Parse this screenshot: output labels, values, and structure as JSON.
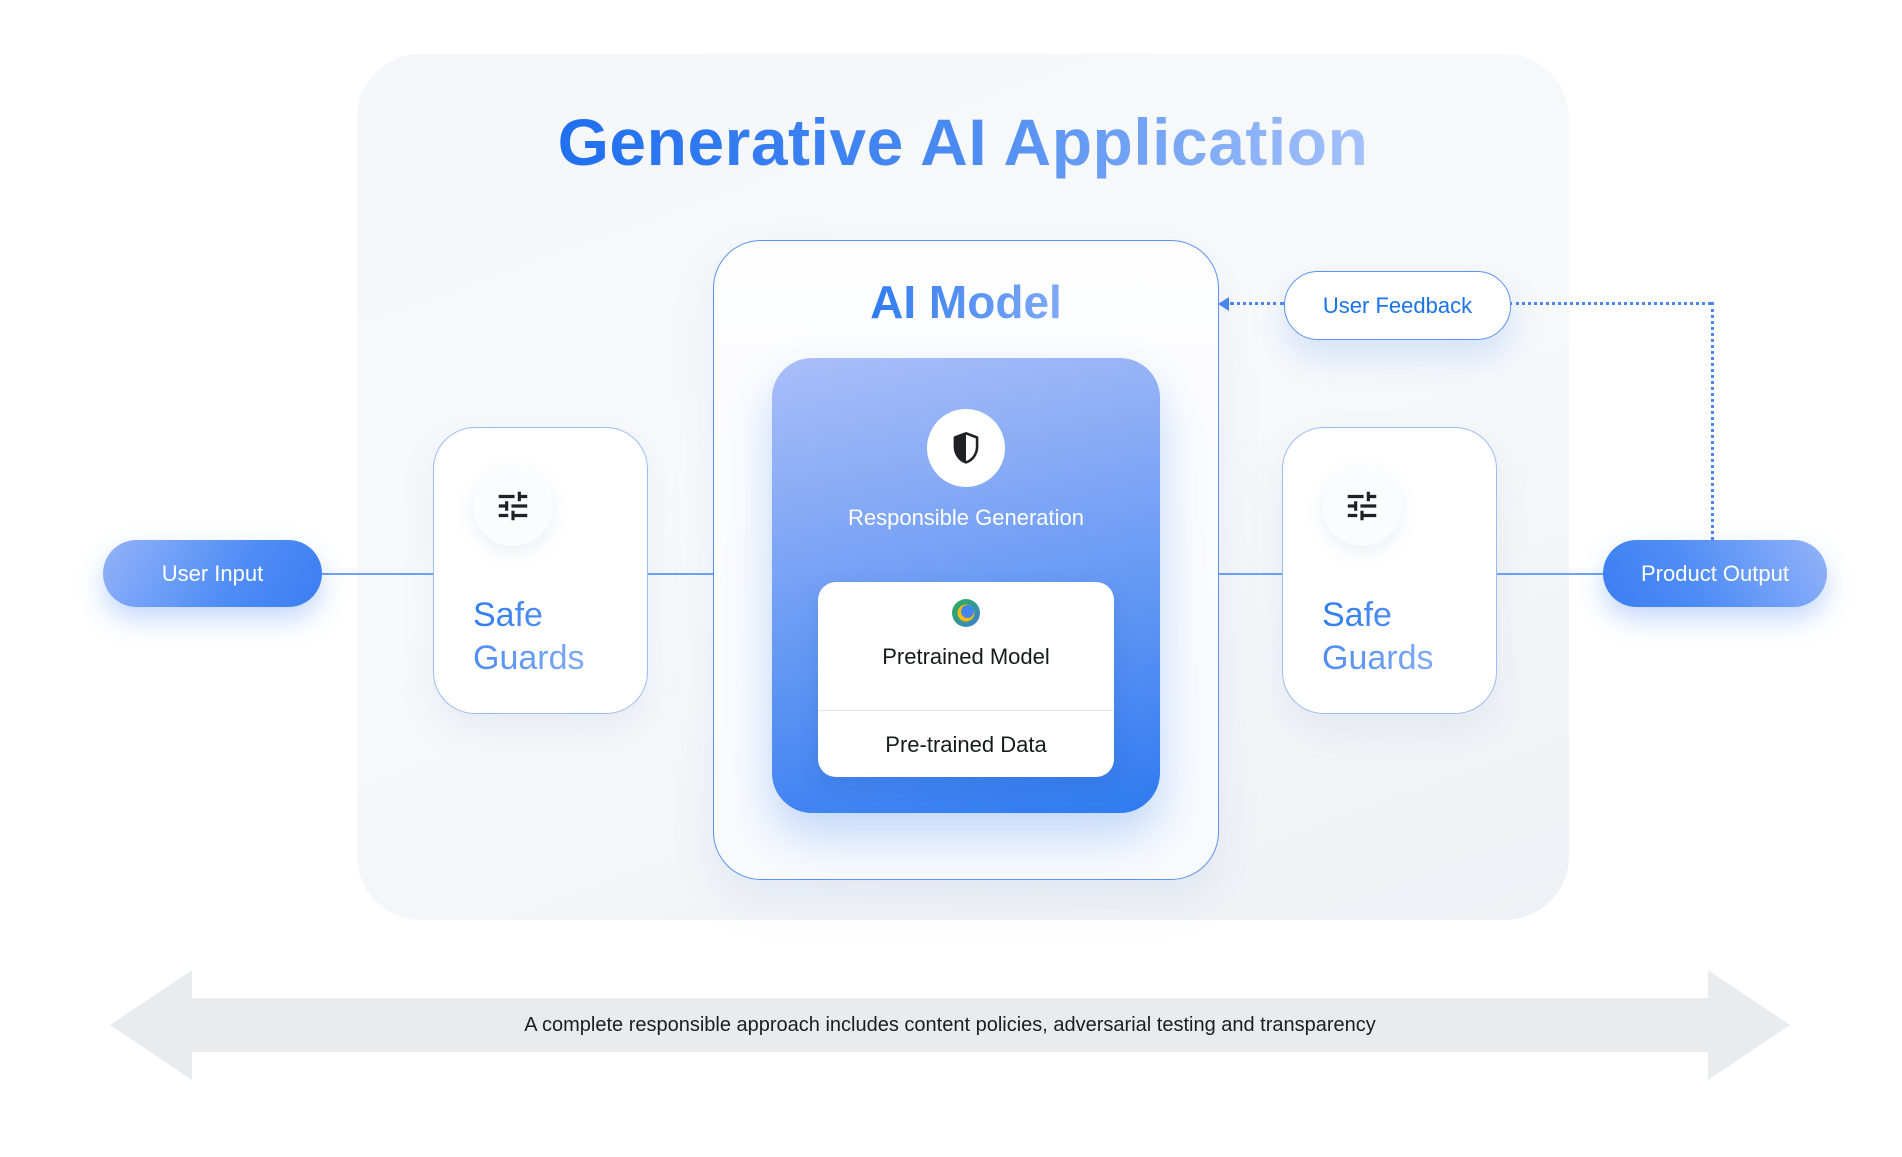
{
  "diagram": {
    "title": "Generative AI Application",
    "ai_model": {
      "title": "AI Model",
      "responsible_generation_label": "Responsible Generation",
      "pretrained_model_label": "Pretrained Model",
      "pretrained_data_label": "Pre-trained Data"
    },
    "safeguards": {
      "label": "Safe Guards"
    },
    "nodes": {
      "user_input": "User Input",
      "product_output": "Product Output",
      "user_feedback": "User Feedback"
    },
    "banner": {
      "text": "A complete responsible approach includes content policies, adversarial testing and transparency"
    },
    "icons": {
      "shield": "shield-icon",
      "tune": "tune-icon",
      "model": "model-icon"
    },
    "colors": {
      "accent_blue": "#4285f4",
      "title_gradient_start": "#1f6ff0",
      "title_gradient_end": "#a5c2fa",
      "card_gradient_start": "#abbef8",
      "card_gradient_end": "#2e7af0",
      "connector_blue": "#6da0f6",
      "banner_gray": "#e9ebef"
    }
  }
}
